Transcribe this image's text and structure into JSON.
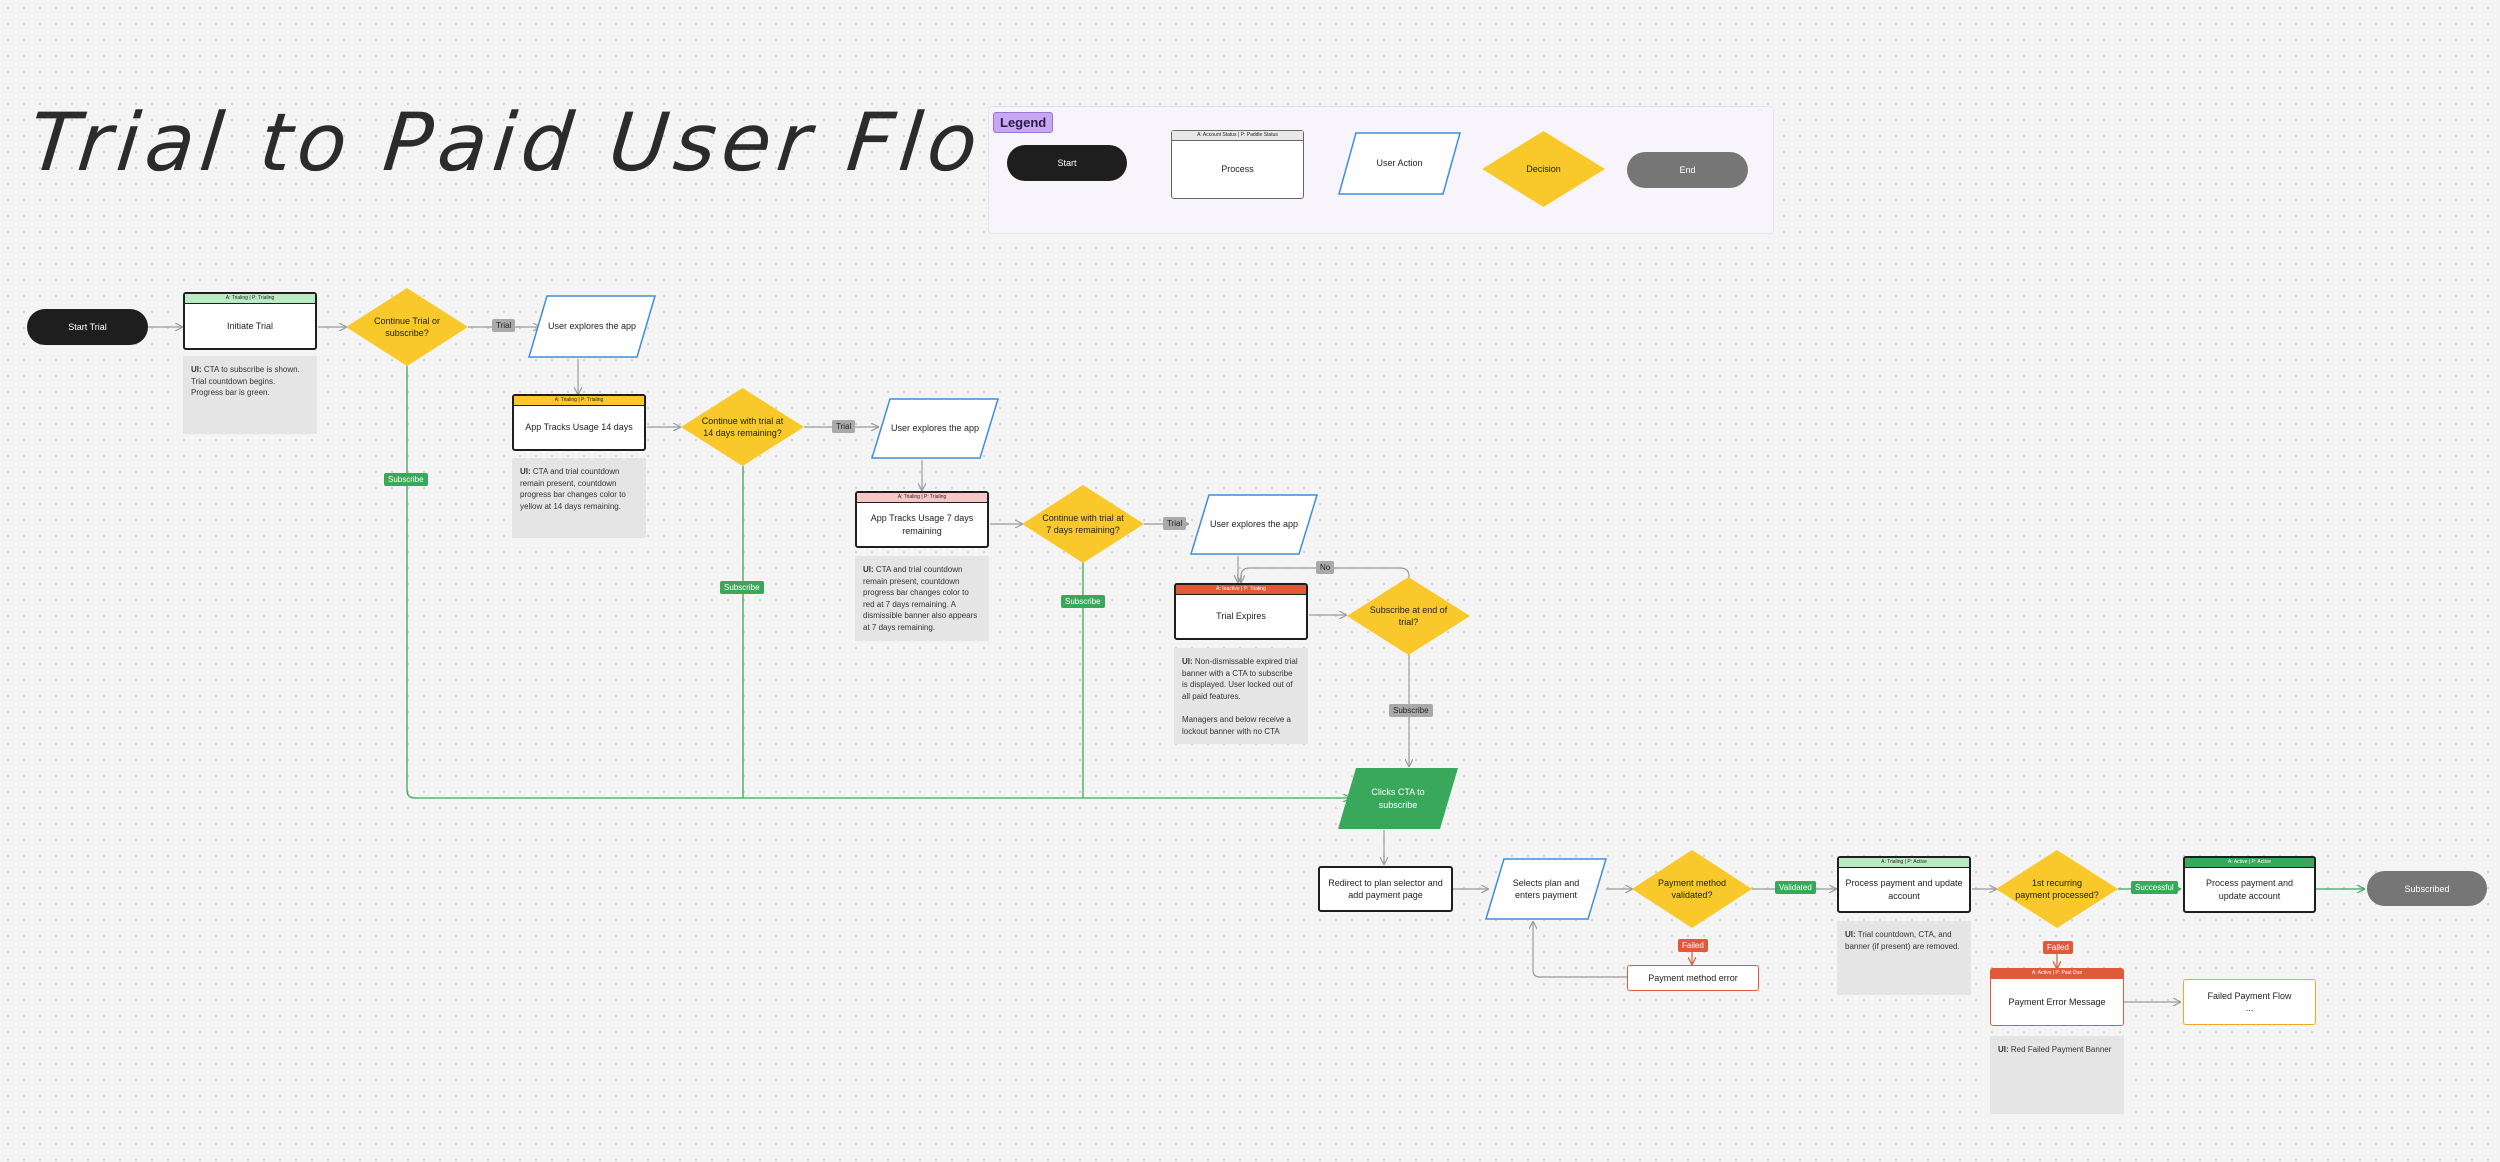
{
  "title": "Trial to Paid User Flow",
  "legend": {
    "heading": "Legend",
    "start": "Start",
    "process_header": "A: Account Status | P: Paddle Status",
    "process": "Process",
    "user_action": "User Action",
    "decision": "Decision",
    "end": "End"
  },
  "colors": {
    "decision": "#f9c92c",
    "action_border": "#3d8de0",
    "green": "#3aa85a",
    "red": "#e05a3a",
    "black": "#1e1e1e",
    "grey_end": "#767676",
    "trialing_header": "#b9ecc3",
    "yellow_header": "#f9c92c",
    "pink_header": "#f6c7c7",
    "inactive_header": "#e05a3a",
    "active_header": "#3aa85a"
  },
  "nodes": {
    "start_trial": "Start Trial",
    "initiate_trial_hdr": "A: Trialing | P: Trialing",
    "initiate_trial": "Initiate Trial",
    "decision1": "Continue Trial or subscribe?",
    "explore1": "User explores the app",
    "usage14_hdr": "A: Trialing | P: Trialing",
    "usage14": "App Tracks Usage 14 days",
    "decision2": "Continue with trial at 14 days remaining?",
    "explore2": "User explores the app",
    "usage7_hdr": "A: Trialing | P: Trialing",
    "usage7": "App Tracks Usage 7 days remaining",
    "decision3": "Continue with trial at 7 days remaining?",
    "explore3": "User explores the app",
    "expires_hdr": "A: Inactive | P: Trialing",
    "expires": "Trial Expires",
    "decision4": "Subscribe at end of trial?",
    "clicks_cta": "Clicks CTA to subscribe",
    "redirect": "Redirect to plan selector and add payment page",
    "selects_plan": "Selects plan and enters payment",
    "decision5": "Payment method validated?",
    "payment_error": "Payment method error",
    "process1_hdr": "A: Trialing | P: Active",
    "process1": "Process payment and update account",
    "decision6": "1st recurring payment processed?",
    "process2_hdr": "A: Active | P: Active",
    "process2": "Process payment and update account",
    "subscribed": "Subscribed",
    "pay_error_hdr": "A: Active | P: Past Due",
    "pay_error": "Payment Error Message",
    "failed_flow": "Failed Payment Flow",
    "failed_flow_sub": "..."
  },
  "notes": {
    "n1_prefix": "UI:",
    "n1": " CTA to subscribe is shown. Trial countdown begins. Progress bar is green.",
    "n2_prefix": "UI:",
    "n2": " CTA and trial countdown remain present, countdown progress bar changes color to yellow at 14 days remaining.",
    "n3_prefix": "UI:",
    "n3": " CTA and trial countdown remain present, countdown progress bar changes color to red at 7 days remaining. A dismissible banner also appears at 7 days remaining.",
    "n4_prefix": "UI:",
    "n4": " Non-dismissable expired trial banner with a CTA to subscribe is displayed. User locked out of all paid features.\n\nManagers and below receive a lockout banner with no CTA",
    "n5_prefix": "UI:",
    "n5": " Trial countdown, CTA, and banner (if present) are removed.",
    "n6_prefix": "UI:",
    "n6": " Red Failed Payment Banner"
  },
  "edge_labels": {
    "trial1": "Trial",
    "subscribe1": "Subscribe",
    "trial2": "Trial",
    "subscribe2": "Subscribe",
    "trial3": "Trial",
    "subscribe3": "Subscribe",
    "no": "No",
    "subscribe4": "Subscribe",
    "validated": "Validated",
    "failed1": "Failed",
    "successful": "Successful",
    "failed2": "Failed"
  }
}
